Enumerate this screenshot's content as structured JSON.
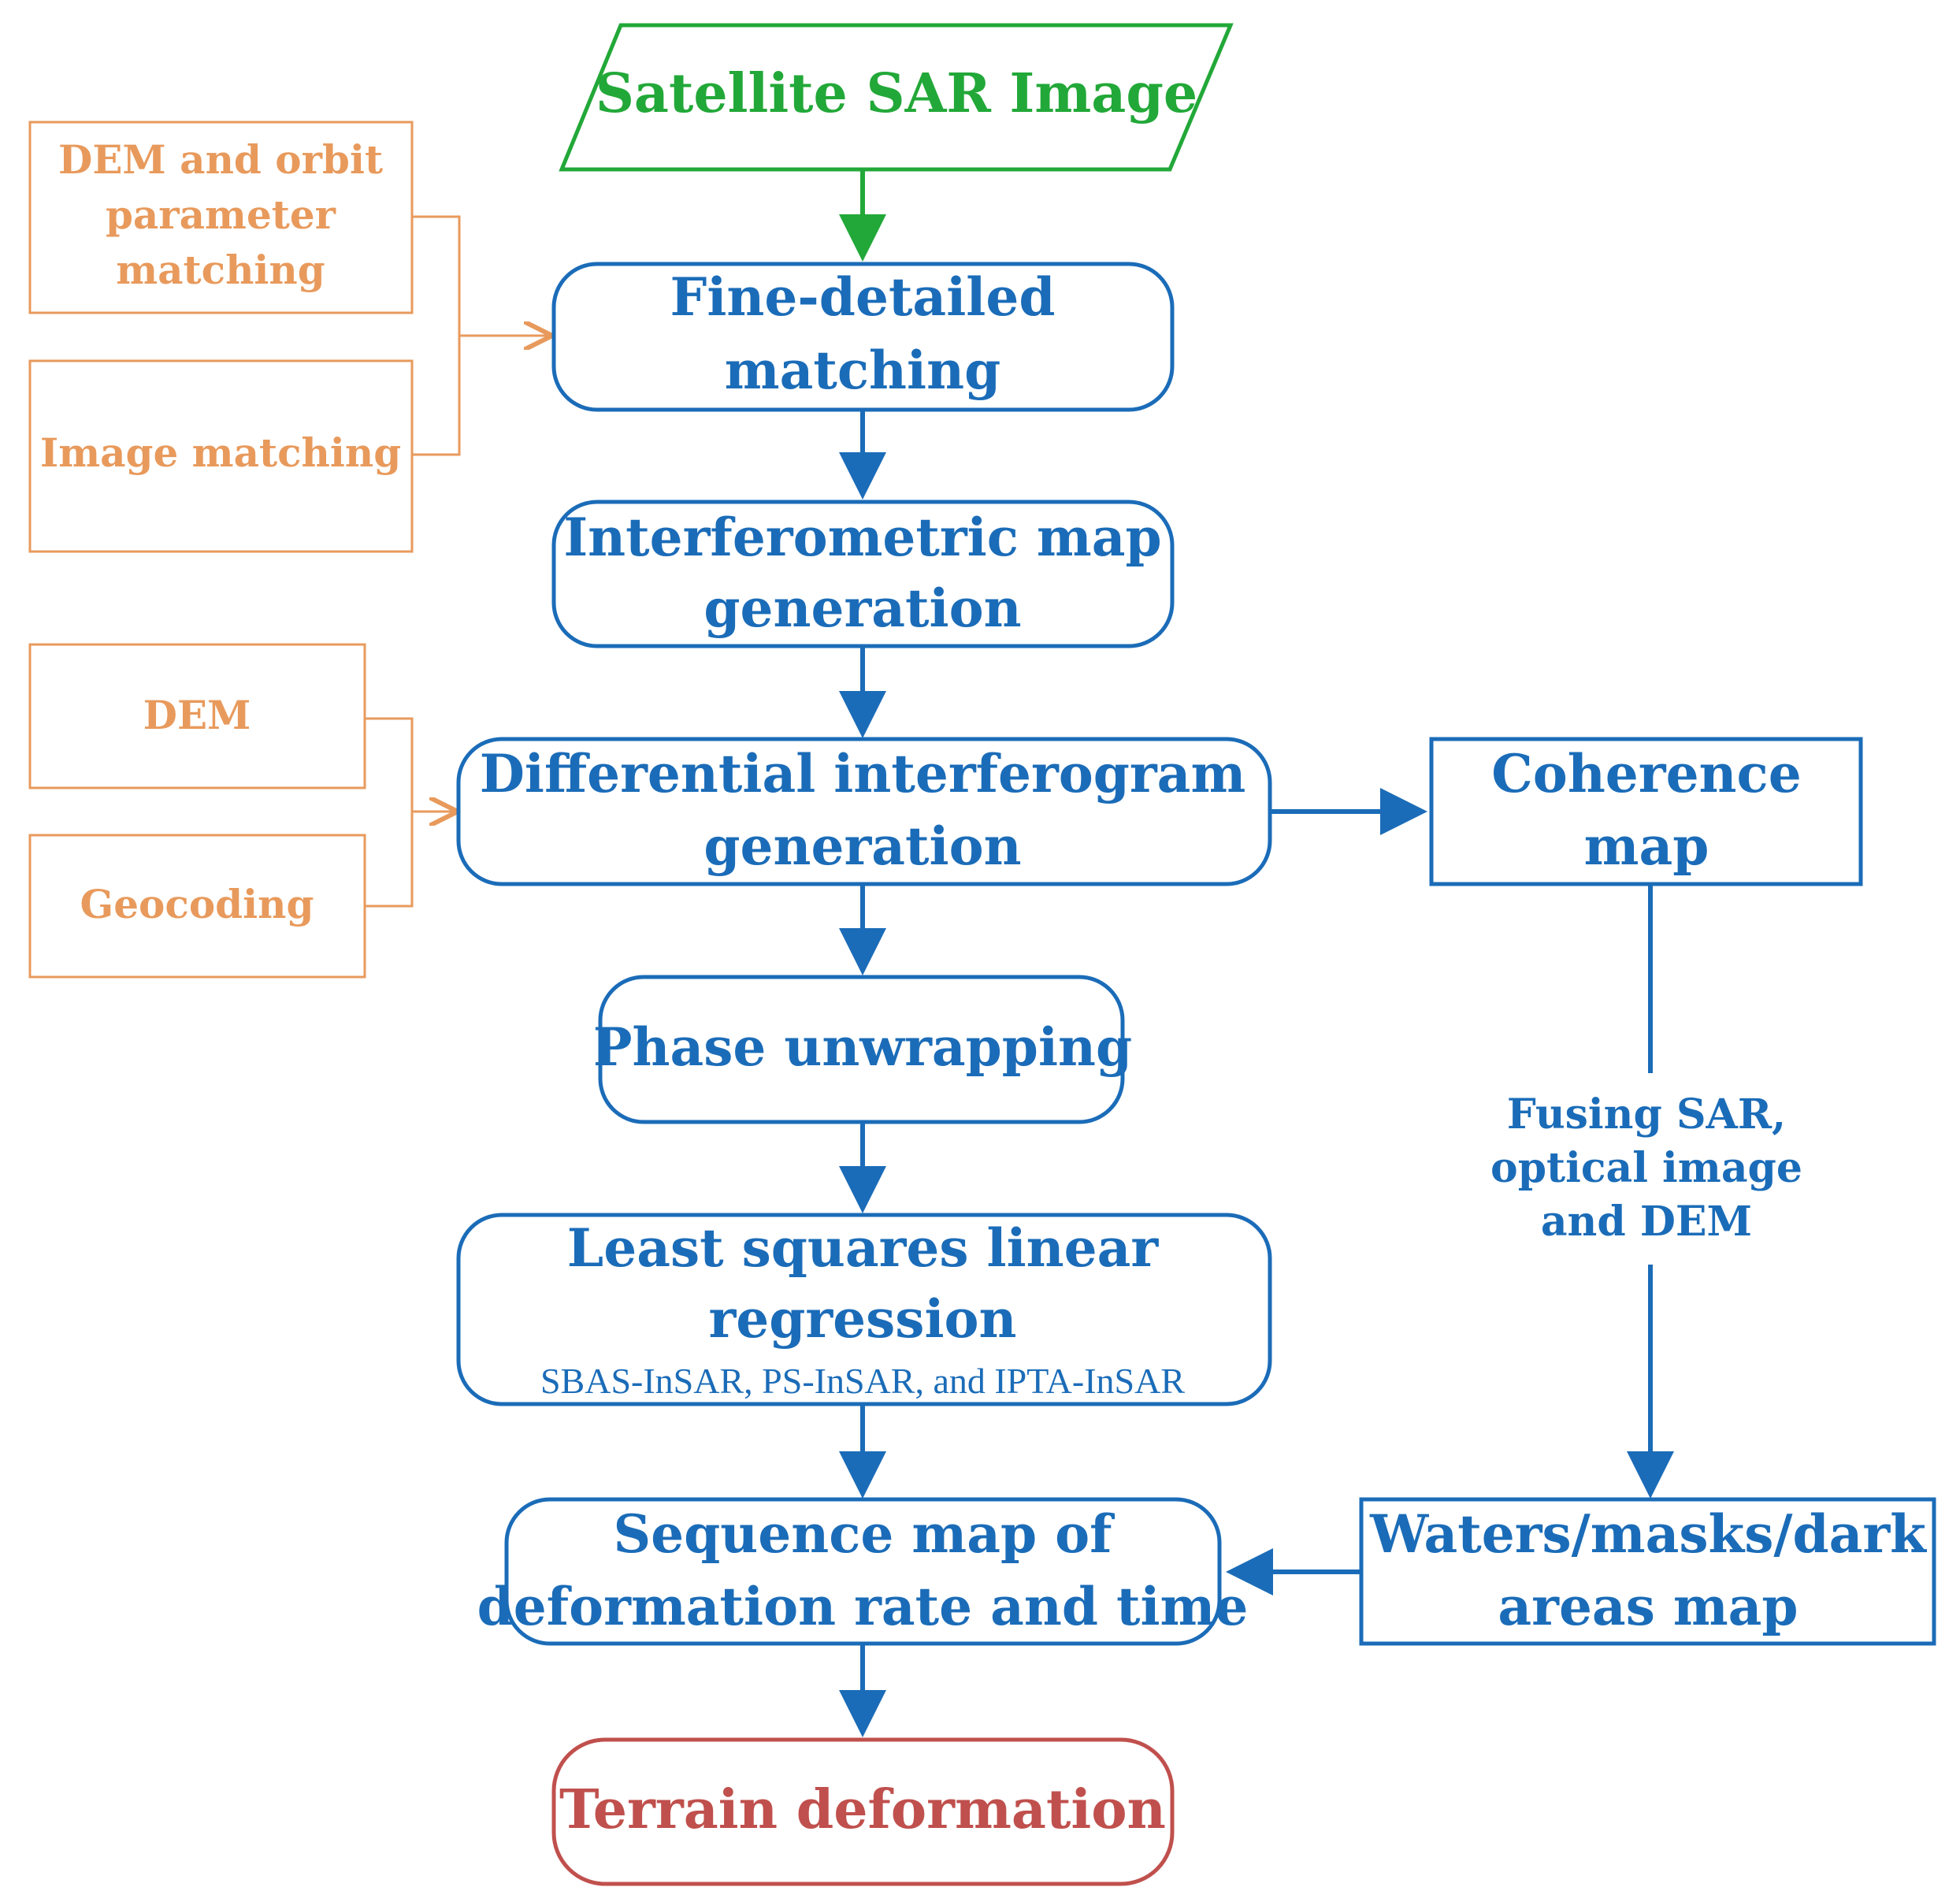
{
  "colors": {
    "blue": "#1b6cb8",
    "orange": "#e89a5c",
    "green": "#22a838",
    "red": "#c0504d"
  },
  "nodes": {
    "satellite": {
      "line1": "Satellite SAR Image"
    },
    "dem_orbit": {
      "line1": "DEM and orbit",
      "line2": "parameter",
      "line3": "matching"
    },
    "image_matching": {
      "line1": "Image matching"
    },
    "fine_matching": {
      "line1": "Fine-detailed",
      "line2": "matching"
    },
    "interferometric": {
      "line1": "Interferometric map",
      "line2": "generation"
    },
    "dem": {
      "line1": "DEM"
    },
    "geocoding": {
      "line1": "Geocoding"
    },
    "differential": {
      "line1": "Differential interferogram",
      "line2": "generation"
    },
    "coherence": {
      "line1": "Coherence",
      "line2": "map"
    },
    "phase": {
      "line1": "Phase unwrapping"
    },
    "least_squares": {
      "line1": "Least squares linear",
      "line2": "regression",
      "line3": "SBAS-InSAR, PS-InSAR, and IPTA-InSAR"
    },
    "sequence": {
      "line1": "Sequence map of",
      "line2": "deformation rate and time"
    },
    "waters": {
      "line1": "Waters/masks/dark",
      "line2": "areas map"
    },
    "terrain": {
      "line1": "Terrain deformation"
    }
  },
  "edge_labels": {
    "fusing": {
      "line1": "Fusing SAR,",
      "line2": "optical image",
      "line3": "and DEM"
    }
  }
}
